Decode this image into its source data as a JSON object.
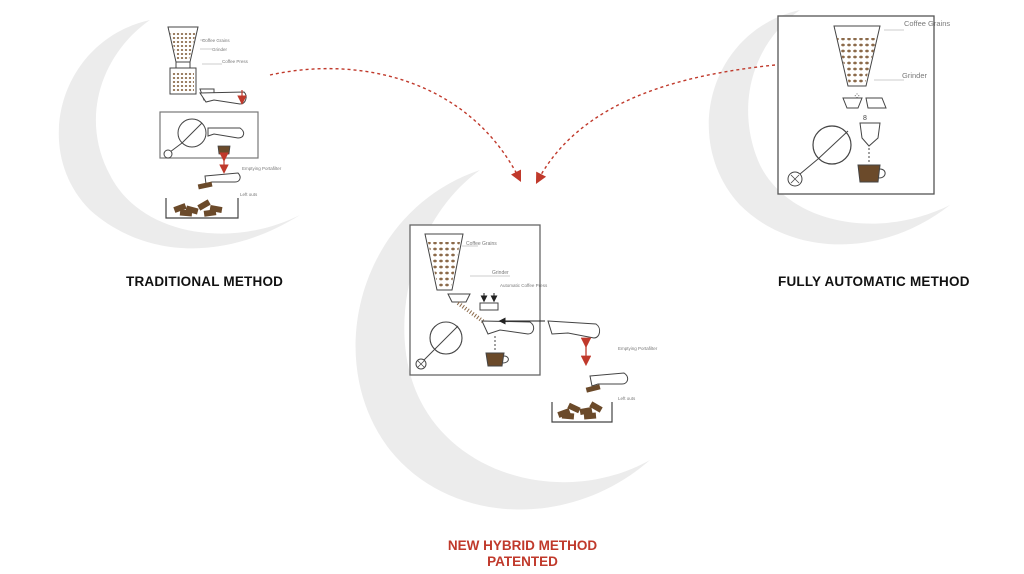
{
  "methods": {
    "traditional": {
      "title": "TRADITIONAL METHOD",
      "labels": {
        "coffee_grains": "Coffee Grains",
        "grinder": "Grinder",
        "coffee_press": "Coffee Press",
        "emptying_portafilter": "Emptying Portafilter",
        "left_outs": "Left outs"
      }
    },
    "automatic": {
      "title": "FULLY AUTOMATIC METHOD",
      "labels": {
        "coffee_grains": "Coffee Grains",
        "grinder": "Grinder"
      }
    },
    "hybrid": {
      "title_line1": "NEW HYBRID METHOD",
      "title_line2": "PATENTED",
      "labels": {
        "coffee_grains": "Coffee Grains",
        "grinder": "Grinder",
        "automatic_coffee_press": "Automatic Coffee Press",
        "emptying_portafilter": "Emptying Portafilter",
        "left_outs": "Left outs"
      }
    }
  },
  "colors": {
    "accent_red": "#c0392b",
    "swoosh_gray": "#ececec",
    "line_gray": "#444444",
    "coffee_brown": "#6b4a2a",
    "bean_fill": "#8b6a4a"
  }
}
